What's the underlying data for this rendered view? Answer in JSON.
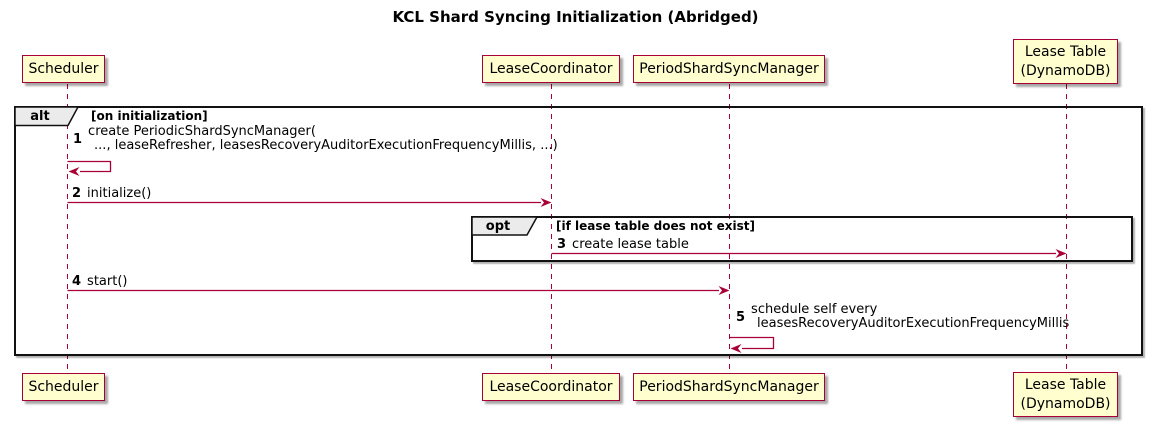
{
  "title": "KCL Shard Syncing Initialization (Abridged)",
  "participants": [
    {
      "label": "Scheduler"
    },
    {
      "label": "LeaseCoordinator"
    },
    {
      "label": "PeriodShardSyncManager"
    },
    {
      "label": "Lease Table",
      "label2": "(DynamoDB)"
    }
  ],
  "fragments": [
    {
      "operator": "alt",
      "condition": "[on initialization]"
    },
    {
      "operator": "opt",
      "condition": "[if lease table does not exist]"
    }
  ],
  "messages": [
    {
      "num": "1",
      "text": "create PeriodicShardSyncManager(",
      "text2": "..., leaseRefresher, leasesRecoveryAuditorExecutionFrequencyMillis, ...)"
    },
    {
      "num": "2",
      "text": "initialize()"
    },
    {
      "num": "3",
      "text": "create lease table"
    },
    {
      "num": "4",
      "text": "start()"
    },
    {
      "num": "5",
      "text": "schedule self every",
      "text2": "leasesRecoveryAuditorExecutionFrequencyMillis"
    }
  ],
  "colors": {
    "participant_fill": "#FEFECE",
    "accent": "#A80036",
    "frame_border": "#111111"
  }
}
